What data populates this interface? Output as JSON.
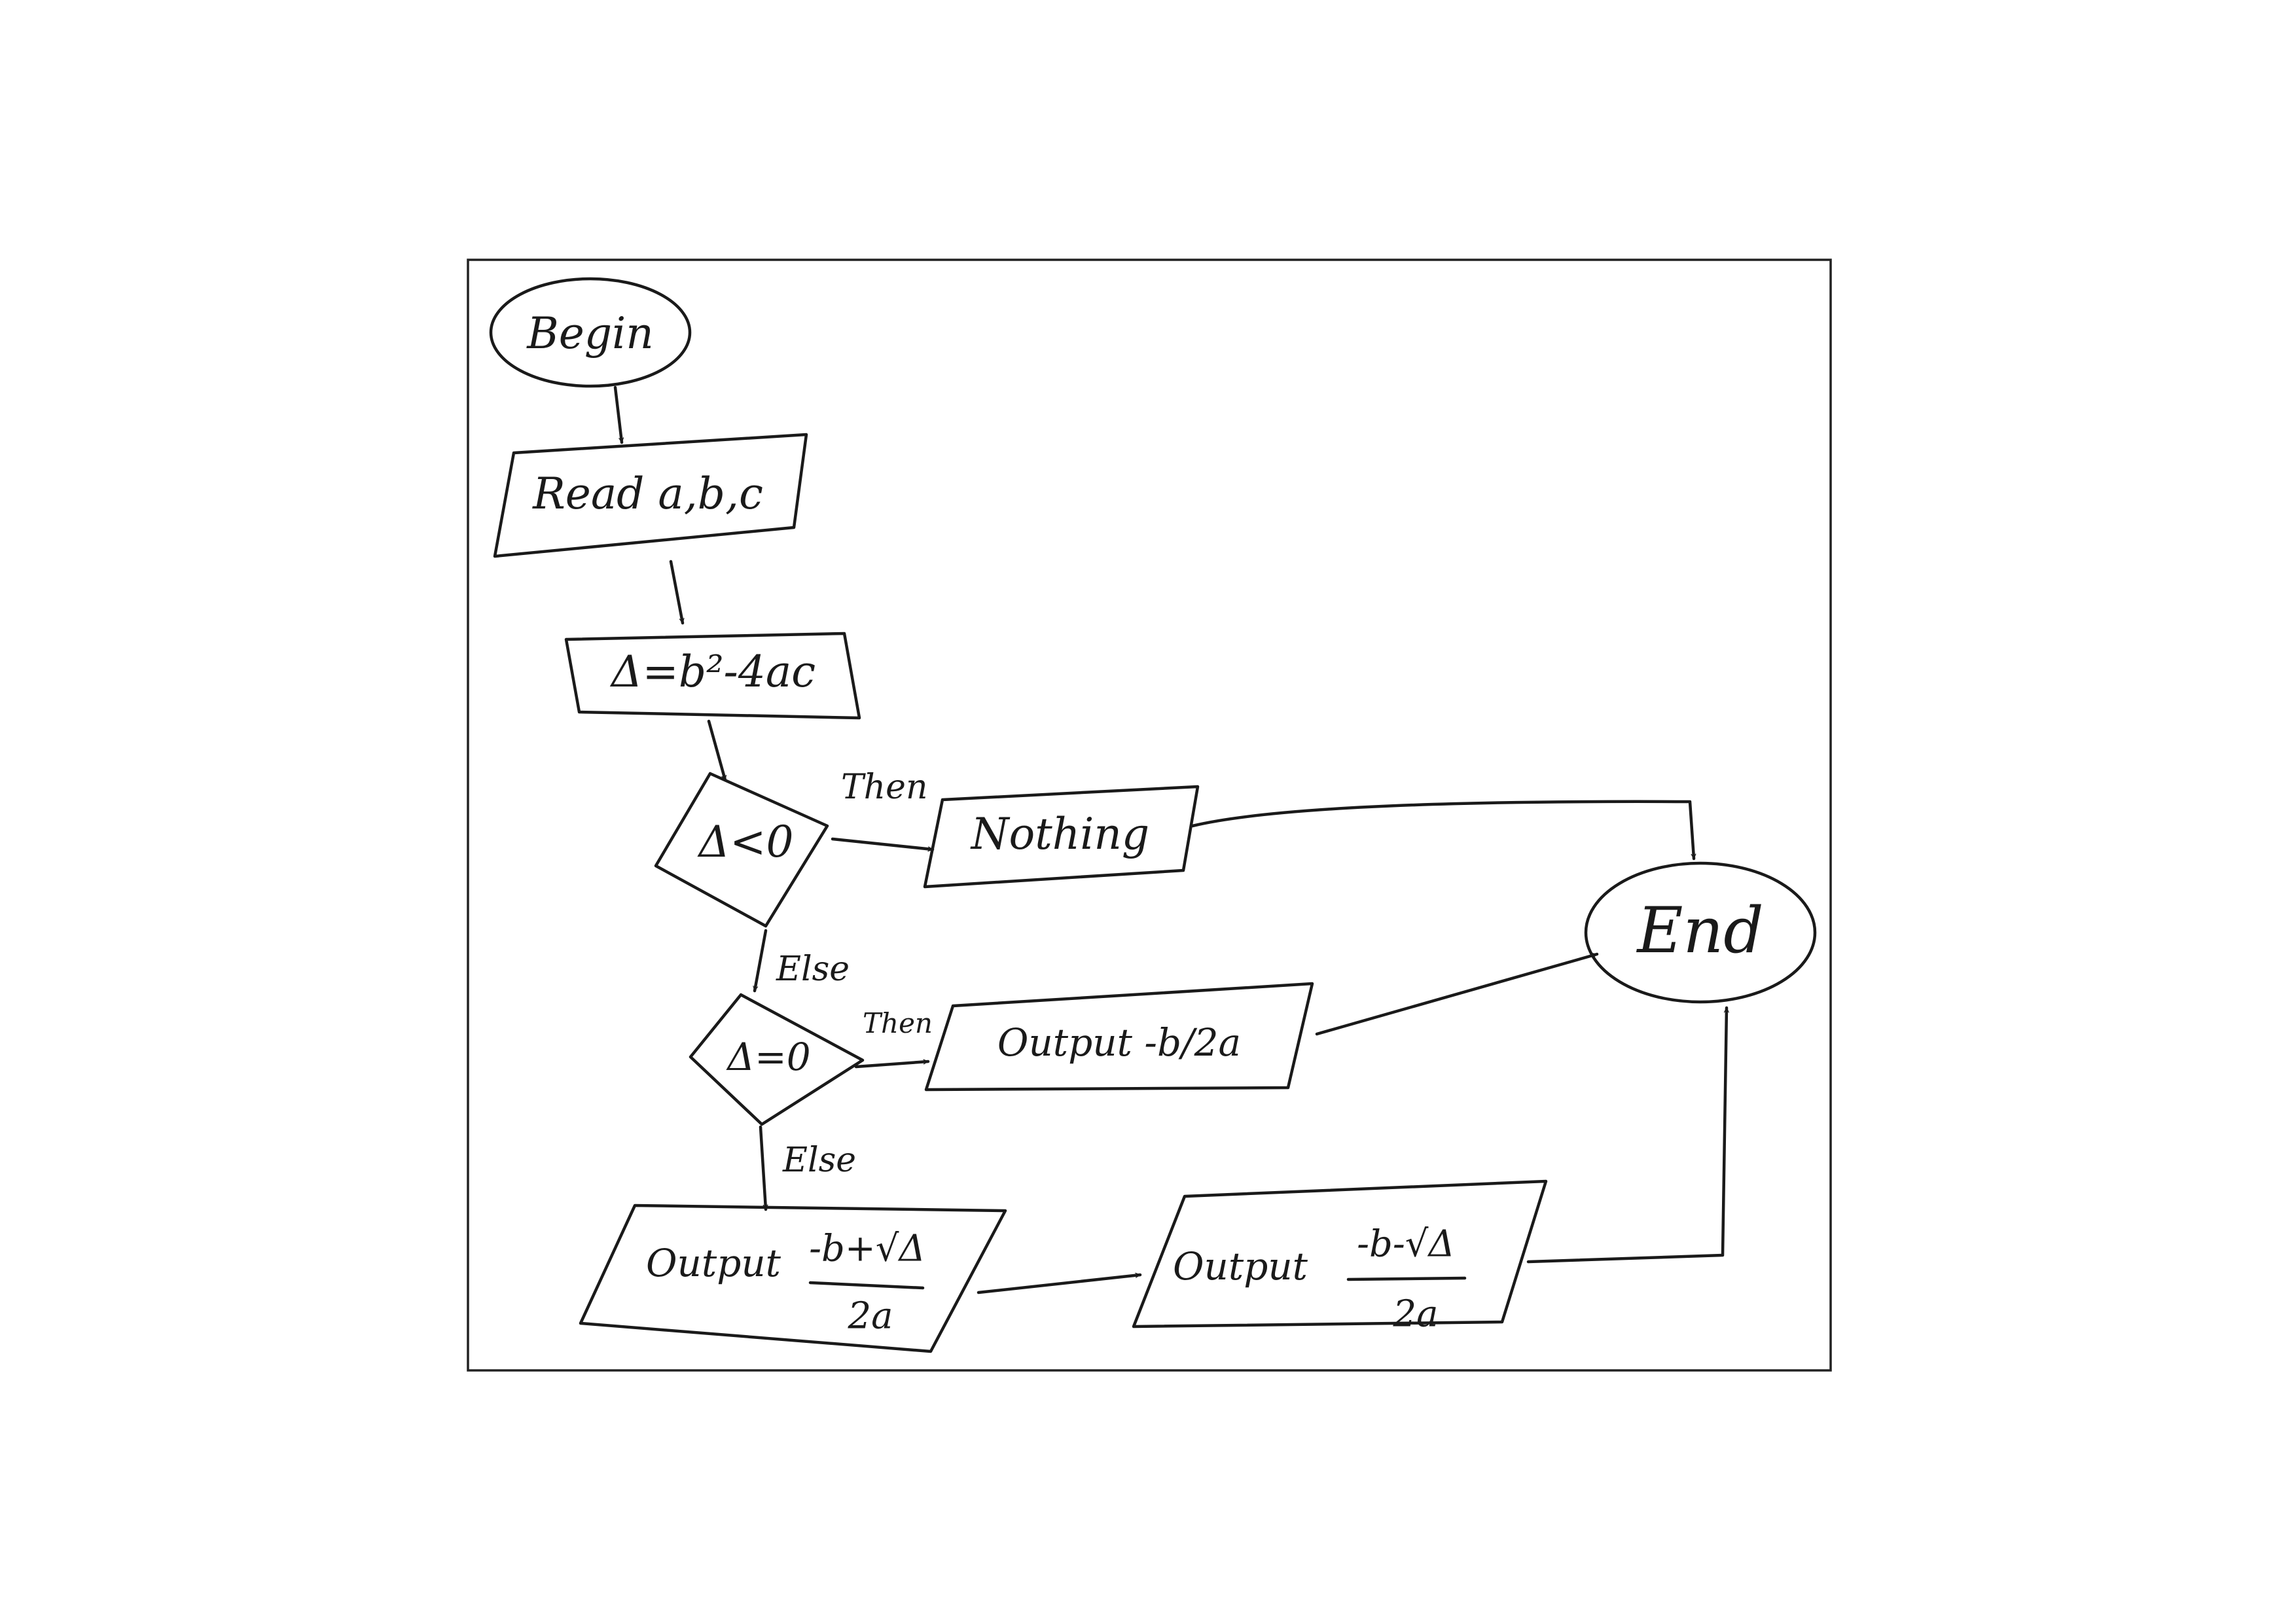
{
  "nodes": {
    "begin": "Begin",
    "read": "Read a,b,c",
    "compute": "Δ=b²-4ac",
    "decision1": "Δ<0",
    "nothing": "Nothing",
    "decision2": "Δ=0",
    "output_single": "Output -b/2a",
    "output_root1": {
      "prefix": "Output",
      "numerator": "-b+√Δ",
      "denominator": "2a"
    },
    "output_root2": {
      "prefix": "Output",
      "numerator": "-b-√Δ",
      "denominator": "2a"
    },
    "end": "End"
  },
  "edges": {
    "then1": "Then",
    "else1": "Else",
    "then2": "Then",
    "else2": "Else"
  }
}
